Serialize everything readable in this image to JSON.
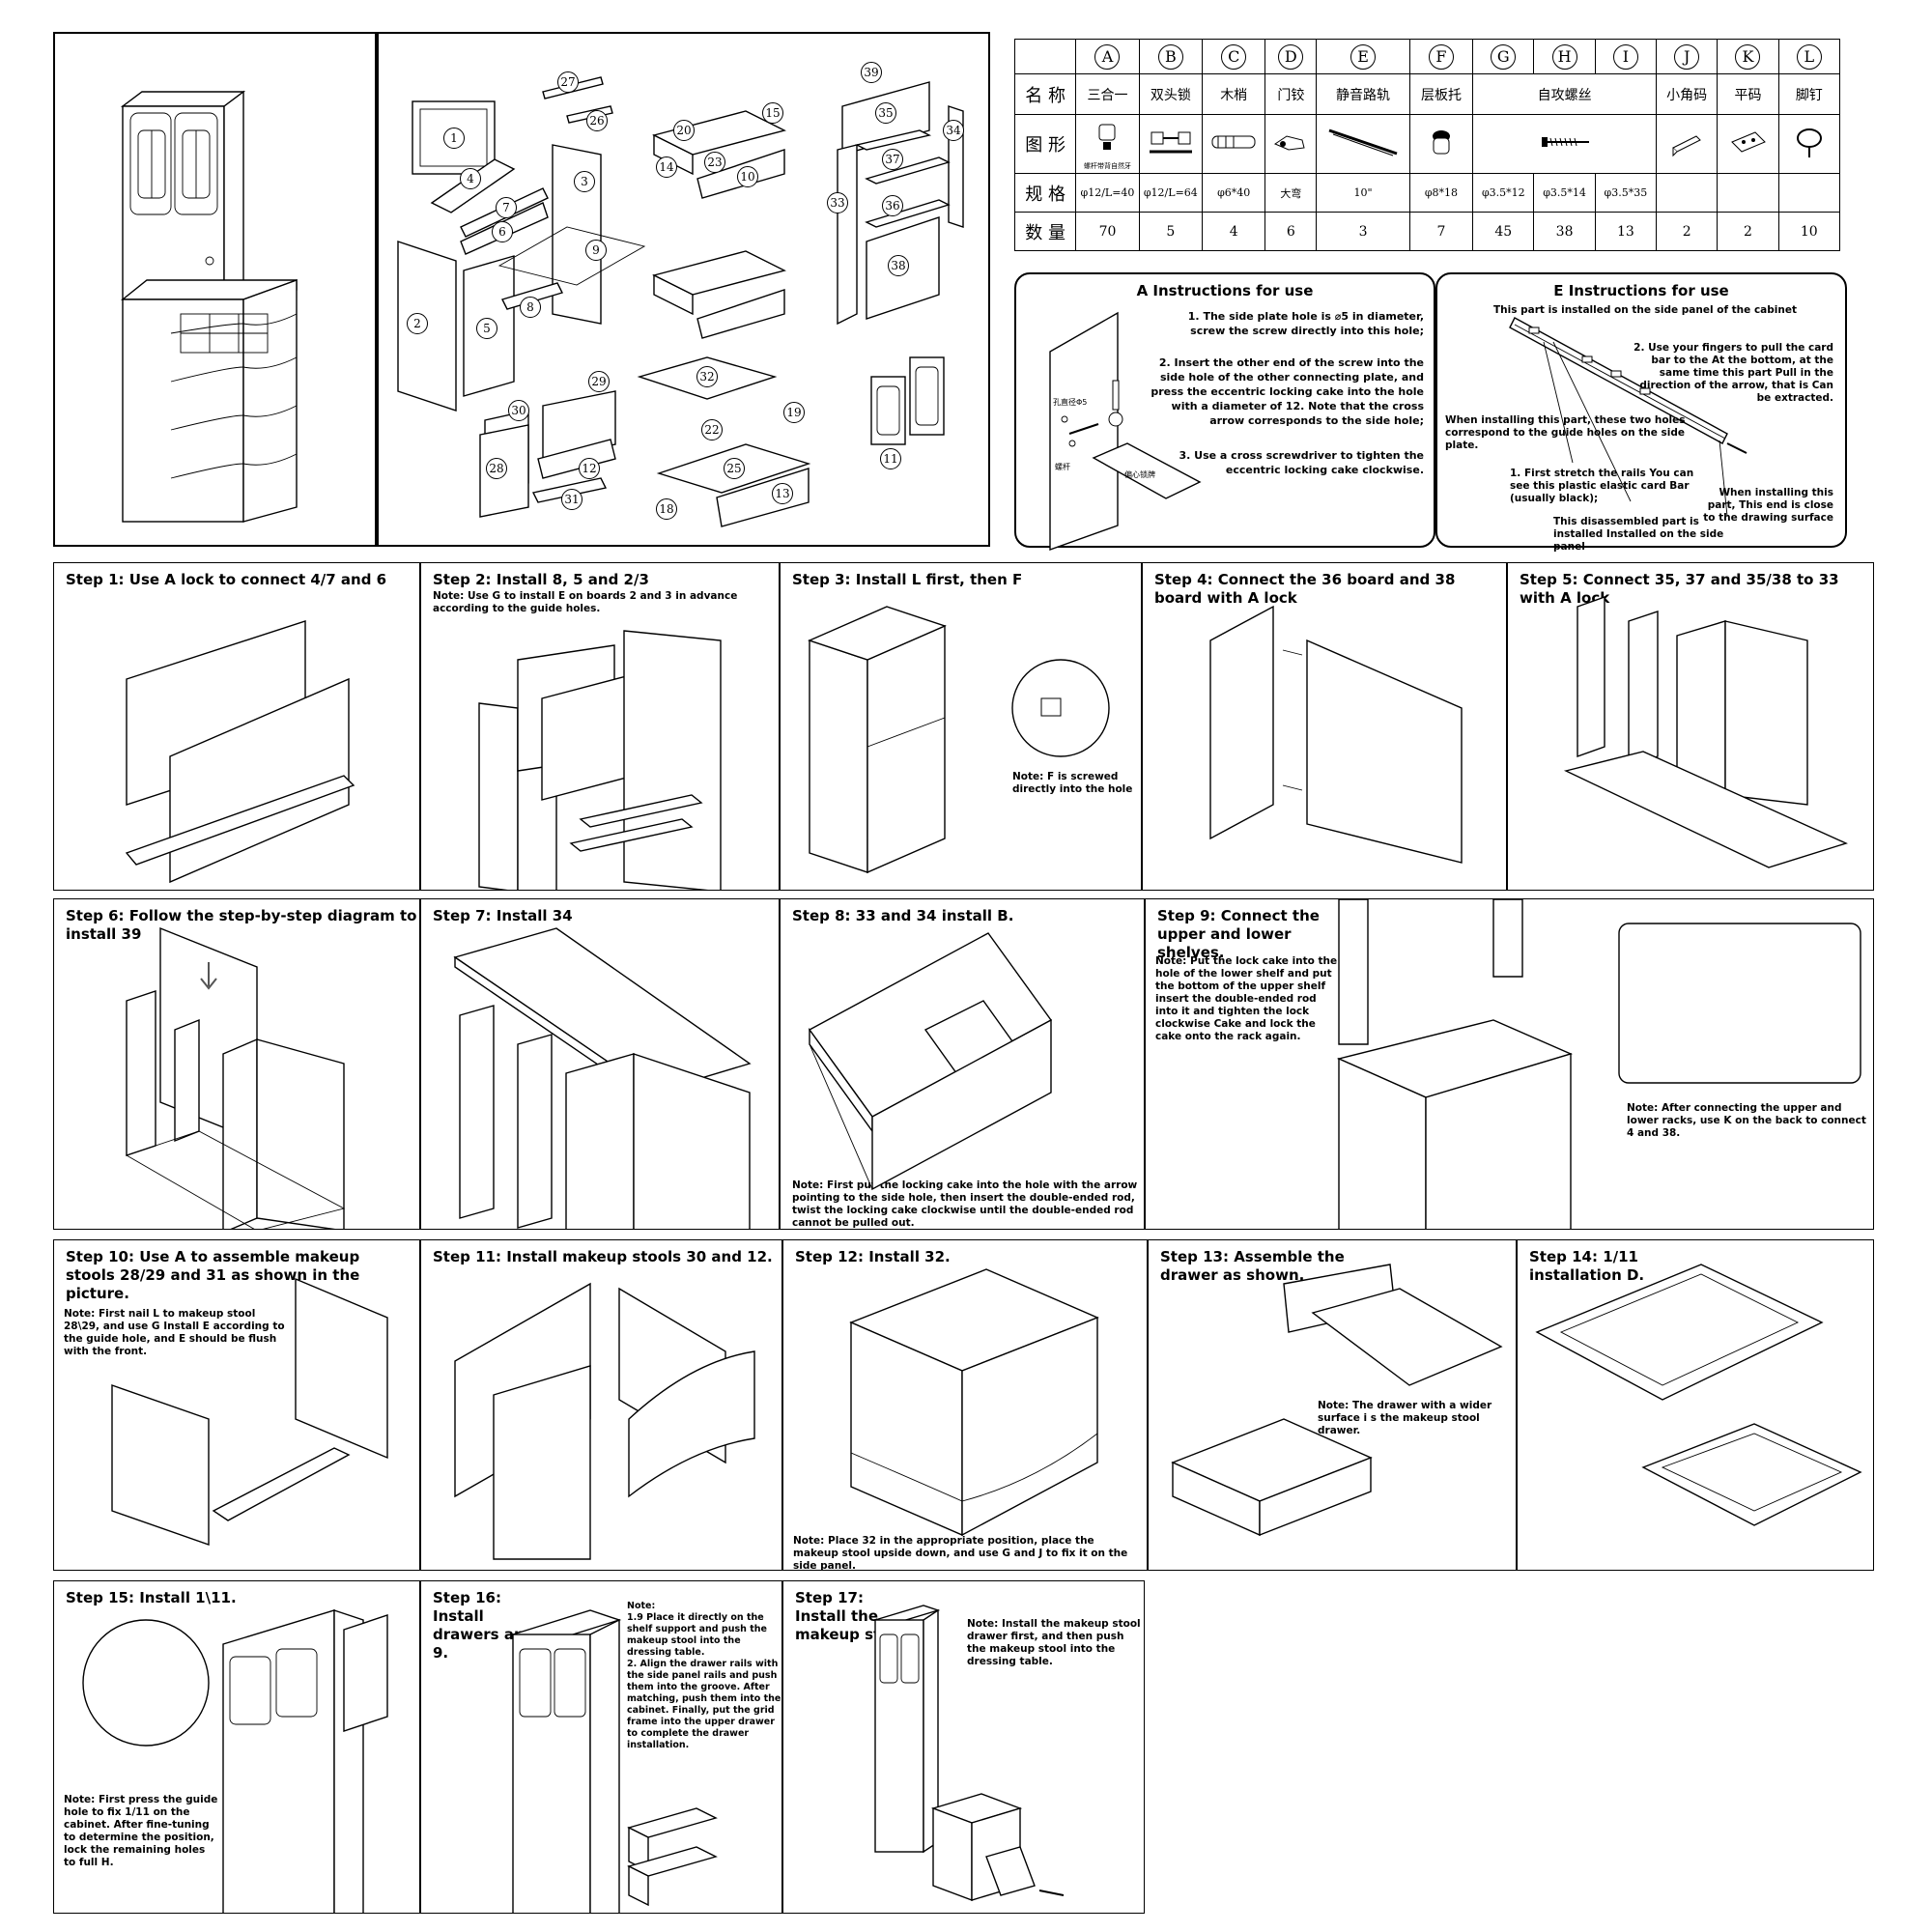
{
  "spec_table": {
    "letters": [
      "A",
      "B",
      "C",
      "D",
      "E",
      "F",
      "G",
      "H",
      "I",
      "J",
      "K",
      "L"
    ],
    "row_labels": {
      "name": "名 称",
      "figure": "图 形",
      "spec": "规 格",
      "qty": "数 量"
    },
    "names": [
      "三合一",
      "双头锁",
      "木梢",
      "门铰",
      "静音路轨",
      "层板托",
      "自攻螺丝",
      "小角码",
      "平码",
      "脚钉"
    ],
    "a_figure_caption": "螺杆带背自然牙",
    "specs": [
      "φ12/L=40",
      "φ12/L=64",
      "φ6*40",
      "大弯",
      "10\"",
      "φ8*18",
      "φ3.5*12",
      "φ3.5*14",
      "φ3.5*35",
      "",
      "",
      ""
    ],
    "quantities": [
      "70",
      "5",
      "4",
      "6",
      "3",
      "7",
      "45",
      "38",
      "13",
      "2",
      "2",
      "10"
    ]
  },
  "a_instructions": {
    "title": "A Instructions for use",
    "p1": "1. The side plate hole is ⌀5 in diameter, screw the screw directly into this hole;",
    "p2": "2. Insert the other end of the screw into the side hole of the other connecting plate, and press the eccentric locking cake into the hole with a diameter of     12. Note that the cross arrow corresponds to the side hole;",
    "p3": "3. Use a cross screwdriver to tighten the eccentric locking cake clockwise.",
    "label_hole": "孔直径Φ5",
    "label_screw": "螺杆",
    "label_cam": "偏心锁牌"
  },
  "e_instructions": {
    "title": "E Instructions for use",
    "t1": "This part is installed on the side panel of the cabinet",
    "t2": "2. Use your fingers to pull the card bar to the At the bottom, at the same time this part Pull in the direction of the arrow, that is Can be extracted.",
    "t3": "When installing this part, these two holes correspond to the guide holes on the side plate.",
    "t4": "1. First stretch the rails You can see this plastic elastic card Bar (usually black);",
    "t5": "When installing this part, This end is close to the drawing surface",
    "t6": "This disassembled part is installed Installed on the side panel"
  },
  "exploded_labels": [
    "1",
    "2",
    "3",
    "4",
    "5",
    "6",
    "7",
    "8",
    "9",
    "10",
    "11",
    "12",
    "13",
    "14",
    "15",
    "18",
    "19",
    "20",
    "22",
    "23",
    "25",
    "26",
    "27",
    "28",
    "29",
    "30",
    "31",
    "32",
    "33",
    "34",
    "35",
    "36",
    "37",
    "38",
    "39"
  ],
  "steps": [
    {
      "title": "Step 1: Use A lock to connect 4/7 and 6",
      "note": ""
    },
    {
      "title": "Step 2: Install 8, 5 and 2/3",
      "note": "Note: Use G to install E on boards 2 and 3 in advance according to the guide holes."
    },
    {
      "title": "Step 3: Install L first, then F",
      "note": "Note: F is screwed directly into the hole"
    },
    {
      "title": "Step 4: Connect the 36 board and 38 board with A lock",
      "note": ""
    },
    {
      "title": "Step 5: Connect 35, 37 and 35/38 to 33 with A lock",
      "note": ""
    },
    {
      "title": "Step 6: Follow the step-by-step diagram to install 39",
      "note": ""
    },
    {
      "title": "Step 7: Install 34",
      "note": ""
    },
    {
      "title": "Step 8: 33 and 34 install B.",
      "note": "Note: First put the locking cake into the hole with the arrow pointing to the side hole, then insert the double-ended rod, twist the locking cake clockwise until the double-ended rod cannot be pulled out."
    },
    {
      "title": "Step 9: Connect the upper and lower shelves.",
      "note": "Note: Put the lock cake into the hole of the lower shelf and put the bottom of the upper shelf insert the double-ended rod into it and tighten the lock clockwise  Cake and lock the cake onto the rack again.",
      "note2": "Note: After connecting the upper and lower racks, use K on the back to connect 4 and 38."
    },
    {
      "title": "Step 10: Use A to assemble makeup stools 28/29 and 31 as shown in the picture.",
      "note": "Note: First nail L to makeup stool 28\\29, and use G Install E according to the guide hole, and E should be flush with the front."
    },
    {
      "title": "Step 11: Install makeup stools 30 and 12.",
      "note": ""
    },
    {
      "title": "Step 12: Install 32.",
      "note": "Note: Place 32 in the appropriate position, place the makeup stool upside down, and use G and J to fix it on the side panel."
    },
    {
      "title": "Step 13: Assemble the drawer as shown.",
      "note": "Note: The drawer with a wider surface i s the makeup stool drawer."
    },
    {
      "title": "Step 14: 1/11 installation D.",
      "note": ""
    },
    {
      "title": "Step 15: Install 1\\11.",
      "note": "Note: First press the guide hole to fix 1/11 on the cabinet. After fine-tuning to determine the position, lock the remaining holes to full H."
    },
    {
      "title": "Step 16: Install drawers and 9.",
      "note": "Note:\n1.9 Place it directly on the shelf support and push the makeup stool into the dressing table.\n2. Align the drawer rails with the side panel rails and push them into the groove. After matching, push them into the cabinet. Finally, put the grid frame into the upper drawer to complete the drawer installation."
    },
    {
      "title": "Step 17: Install the makeup stool.",
      "note": "Note: Install the makeup stool drawer first, and then push the makeup stool into the dressing table."
    }
  ]
}
